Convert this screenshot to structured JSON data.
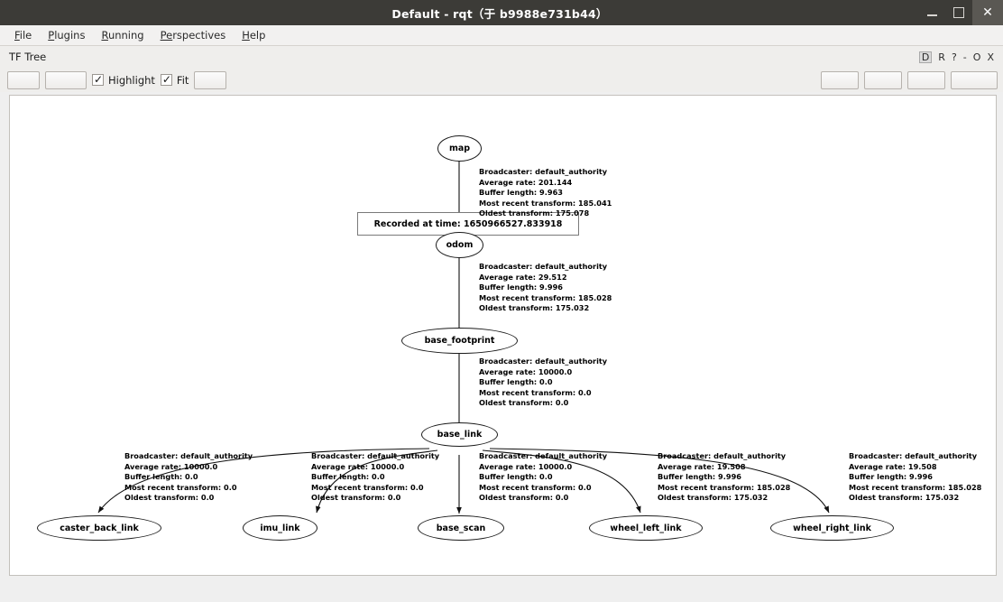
{
  "window": {
    "title": "Default - rqt（于 b9988e731b44）",
    "controls": {
      "minimize": "–",
      "maximize": "□",
      "close": "✕"
    }
  },
  "menubar": {
    "items": [
      {
        "mnemonic": "F",
        "rest": "ile"
      },
      {
        "mnemonic": "P",
        "rest": "lugins"
      },
      {
        "mnemonic": "R",
        "rest": "unning"
      },
      {
        "mnemonic": "Pe",
        "rest": "rspectives"
      },
      {
        "mnemonic": "H",
        "rest": "elp"
      }
    ]
  },
  "dock": {
    "title": "TF Tree",
    "buttons": [
      "D",
      "R",
      "?",
      "-",
      "O",
      "X"
    ]
  },
  "toolbar": {
    "highlight_label": "Highlight",
    "fit_label": "Fit",
    "highlight_checked": true,
    "fit_checked": true
  },
  "graph": {
    "recorded_at": "Recorded at time: 1650966527.833918",
    "nodes": [
      {
        "id": "map",
        "label": "map"
      },
      {
        "id": "odom",
        "label": "odom"
      },
      {
        "id": "base_footprint",
        "label": "base_footprint"
      },
      {
        "id": "base_link",
        "label": "base_link"
      },
      {
        "id": "caster_back_link",
        "label": "caster_back_link"
      },
      {
        "id": "imu_link",
        "label": "imu_link"
      },
      {
        "id": "base_scan",
        "label": "base_scan"
      },
      {
        "id": "wheel_left_link",
        "label": "wheel_left_link"
      },
      {
        "id": "wheel_right_link",
        "label": "wheel_right_link"
      }
    ],
    "edges": [
      {
        "from": "map",
        "to": "odom",
        "broadcaster": "Broadcaster: default_authority",
        "average_rate": "Average rate: 201.144",
        "buffer_length": "Buffer length: 9.963",
        "most_recent": "Most recent transform: 185.041",
        "oldest": "Oldest transform: 175.078"
      },
      {
        "from": "odom",
        "to": "base_footprint",
        "broadcaster": "Broadcaster: default_authority",
        "average_rate": "Average rate: 29.512",
        "buffer_length": "Buffer length: 9.996",
        "most_recent": "Most recent transform: 185.028",
        "oldest": "Oldest transform: 175.032"
      },
      {
        "from": "base_footprint",
        "to": "base_link",
        "broadcaster": "Broadcaster: default_authority",
        "average_rate": "Average rate: 10000.0",
        "buffer_length": "Buffer length: 0.0",
        "most_recent": "Most recent transform: 0.0",
        "oldest": "Oldest transform: 0.0"
      },
      {
        "from": "base_link",
        "to": "caster_back_link",
        "broadcaster": "Broadcaster: default_authority",
        "average_rate": "Average rate: 10000.0",
        "buffer_length": "Buffer length: 0.0",
        "most_recent": "Most recent transform: 0.0",
        "oldest": "Oldest transform: 0.0"
      },
      {
        "from": "base_link",
        "to": "imu_link",
        "broadcaster": "Broadcaster: default_authority",
        "average_rate": "Average rate: 10000.0",
        "buffer_length": "Buffer length: 0.0",
        "most_recent": "Most recent transform: 0.0",
        "oldest": "Oldest transform: 0.0"
      },
      {
        "from": "base_link",
        "to": "base_scan",
        "broadcaster": "Broadcaster: default_authority",
        "average_rate": "Average rate: 10000.0",
        "buffer_length": "Buffer length: 0.0",
        "most_recent": "Most recent transform: 0.0",
        "oldest": "Oldest transform: 0.0"
      },
      {
        "from": "base_link",
        "to": "wheel_left_link",
        "broadcaster": "Broadcaster: default_authority",
        "average_rate": "Average rate: 19.508",
        "buffer_length": "Buffer length: 9.996",
        "most_recent": "Most recent transform: 185.028",
        "oldest": "Oldest transform: 175.032"
      },
      {
        "from": "base_link",
        "to": "wheel_right_link",
        "broadcaster": "Broadcaster: default_authority",
        "average_rate": "Average rate: 19.508",
        "buffer_length": "Buffer length: 9.996",
        "most_recent": "Most recent transform: 185.028",
        "oldest": "Oldest transform: 175.032"
      }
    ]
  }
}
